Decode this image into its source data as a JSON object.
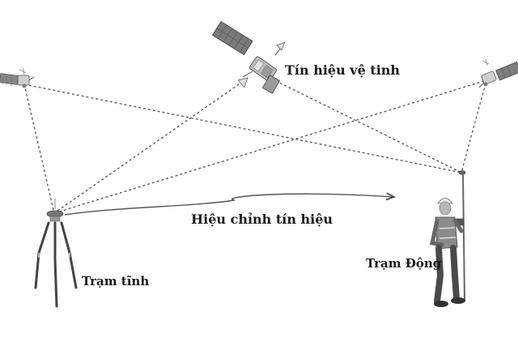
{
  "labels": {
    "satellite_signal": "Tín hiệu vệ tinh",
    "signal_correction": "Hiệu chỉnh tín hiệu",
    "base_station": "Trạm tĩnh",
    "rover_station": "Trạm Động"
  },
  "colors": {
    "background": "#ffffff",
    "signal_lines": "#555555",
    "text": "#1a1a1a"
  }
}
